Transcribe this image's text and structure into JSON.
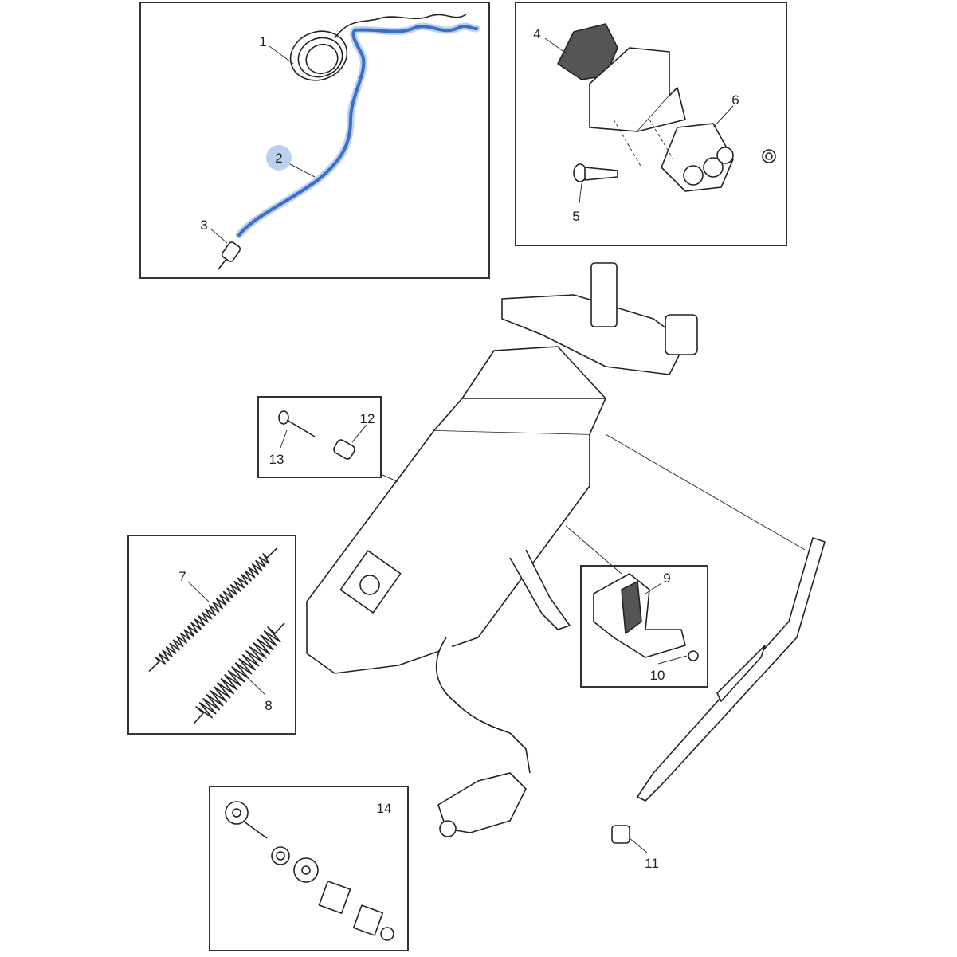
{
  "diagram": {
    "title": "",
    "highlight_color": "#3b6fc6",
    "highlighted_callout": "2",
    "callouts": [
      "1",
      "2",
      "3",
      "4",
      "5",
      "6",
      "7",
      "8",
      "9",
      "10",
      "11",
      "12",
      "13",
      "14"
    ]
  }
}
